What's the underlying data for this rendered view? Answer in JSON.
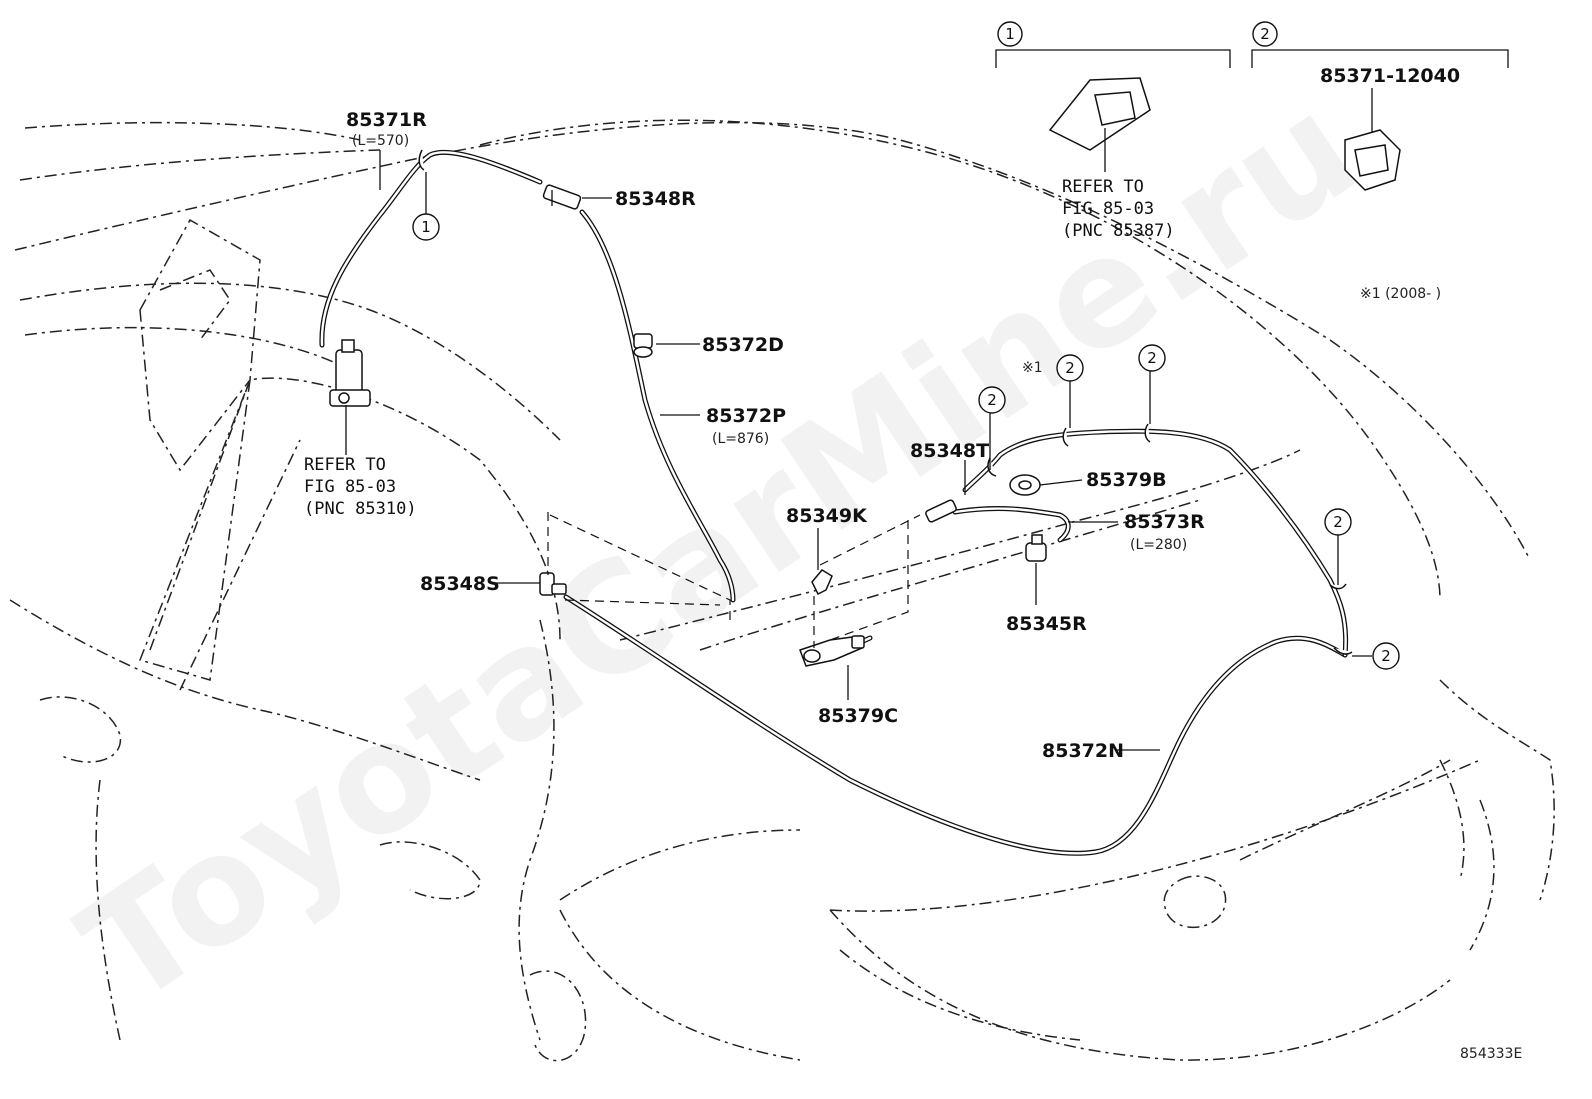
{
  "watermark": "ToyotaCarMine.ru",
  "figure_id": "854333E",
  "note": "※1 (2008-     )",
  "note_mark": "※1",
  "legend": {
    "box1": {
      "num": "1",
      "refer": [
        "REFER TO",
        "FIG 85-03",
        "(PNC 85387)"
      ]
    },
    "box2": {
      "num": "2",
      "part": "85371-12040"
    }
  },
  "refer_pump": [
    "REFER TO",
    "FIG 85-03",
    "(PNC 85310)"
  ],
  "parts": {
    "p85371R": {
      "label": "85371R",
      "sub": "(L=570)"
    },
    "p85348R": {
      "label": "85348R"
    },
    "p85372D": {
      "label": "85372D"
    },
    "p85372P": {
      "label": "85372P",
      "sub": "(L=876)"
    },
    "p85348T": {
      "label": "85348T"
    },
    "p85379B": {
      "label": "85379B"
    },
    "p85349K": {
      "label": "85349K"
    },
    "p85373R": {
      "label": "85373R",
      "sub": "(L=280)"
    },
    "p85348S": {
      "label": "85348S"
    },
    "p85345R": {
      "label": "85345R"
    },
    "p85379C": {
      "label": "85379C"
    },
    "p85372N": {
      "label": "85372N"
    }
  },
  "callouts": [
    "1",
    "2",
    "2",
    "2",
    "2",
    "2"
  ]
}
